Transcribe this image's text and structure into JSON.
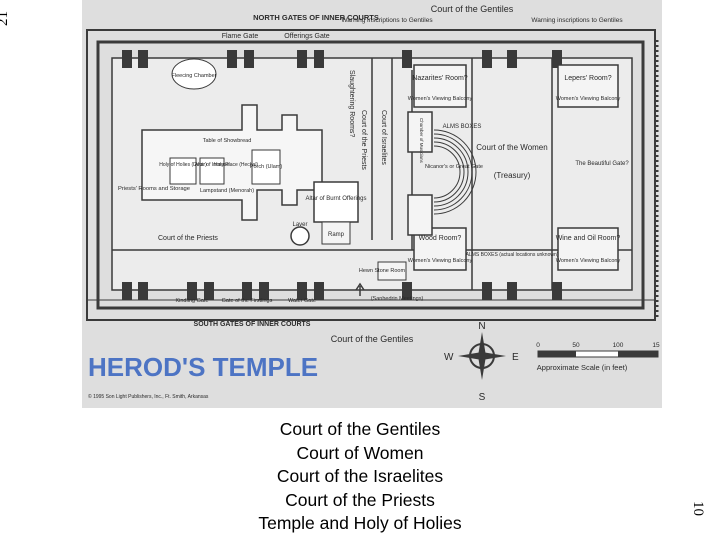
{
  "page_numbers": {
    "left": "21",
    "right": "10"
  },
  "plan": {
    "labels": {
      "north_gates": "NORTH GATES OF INNER COURTS",
      "court_gentiles_top": "Court of the Gentiles",
      "warning_left": "Warning inscriptions to Gentiles",
      "warning_right": "Warning inscriptions to Gentiles",
      "flame_gate": "Flame Gate",
      "offerings_gate": "Offerings Gate",
      "fleecing_chamber": "Fleecing Chamber",
      "nazarites_room": "Nazarites' Room?",
      "lepers_room": "Lepers' Room?",
      "womens_balcony_nw": "Women's Viewing Balcony",
      "womens_balcony_ne": "Women's Viewing Balcony",
      "slaughtering_rooms": "Slaughtering Rooms?",
      "court_israelites": "Court of Israelites",
      "court_priests_vertical": "Court of the Priests",
      "alms_boxes": "ALMS BOXES",
      "court_women": "Court of the Women",
      "treasury": "(Treasury)",
      "table_showbread": "Table of Showbread",
      "holy_of_holies": "Holy of Holies (Debir)",
      "altar_incense": "Altar of Incense",
      "holy_place": "Holy Place (Hechal)",
      "porch": "Porch (Ulam)",
      "lampstand": "Lampstand (Menorah)",
      "priests_rooms": "Priests' Rooms and Storage",
      "nicanors_gate": "Nicanor's or Great Gate",
      "chamber_musicians": "Chamber of Musicians",
      "beautiful_gate": "The Beautiful Gate?",
      "altar_burnt": "Altar of Burnt Offerings",
      "laver": "Laver",
      "ramp": "Ramp",
      "court_priests": "Court of the Priests",
      "wood_room": "Wood Room?",
      "wine_oil_room": "Wine and Oil Room?",
      "womens_balcony_sw": "Women's Viewing Balcony",
      "womens_balcony_se": "Women's Viewing Balcony",
      "alms_boxes_lower": "ALMS BOXES (actual locations unknown)",
      "hewn_stone_room": "Hewn Stone Room",
      "sanhedrin": "(Sanhedrin Meetings)",
      "kindling_gate": "Kindling Gate",
      "gate_firstlings": "Gate of the Firstlings",
      "water_gate": "Water Gate",
      "south_gates": "SOUTH GATES OF INNER COURTS",
      "court_gentiles_bottom": "Court of the Gentiles",
      "title": "HEROD'S TEMPLE",
      "copyright": "© 1995 Son Light Publishers, Inc., Ft. Smith, Arkansas",
      "scale_label": "Approximate Scale (in feet)"
    },
    "compass": {
      "n": "N",
      "s": "S",
      "e": "E",
      "w": "W"
    },
    "scale_ticks": [
      "0",
      "50",
      "100",
      "15"
    ]
  },
  "caption": [
    "Court of the Gentiles",
    "Court of Women",
    "Court of the Israelites",
    "Court of the Priests",
    "Temple and Holy of Holies"
  ],
  "colors": {
    "ink": "#3a3a3a",
    "paper": "#dedede",
    "accent_blue": "#4d74c4"
  }
}
